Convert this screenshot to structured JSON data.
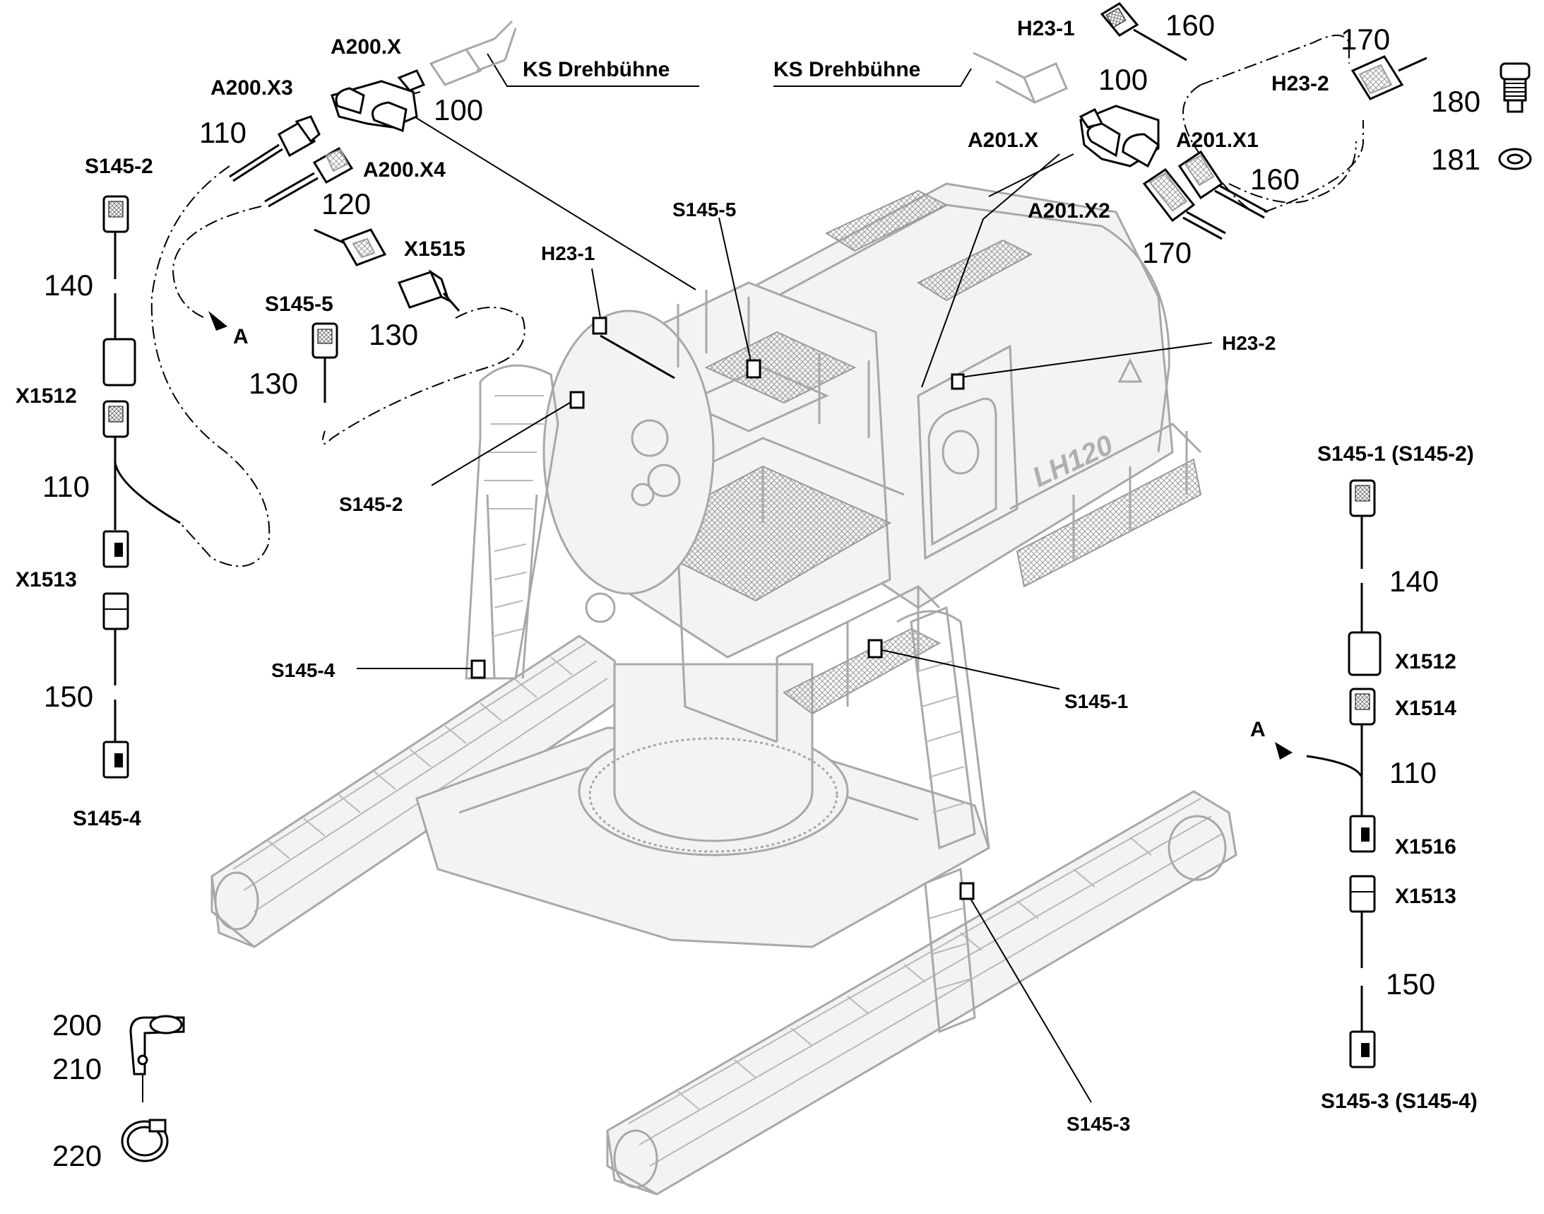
{
  "labels": {
    "a200x": "A200.X",
    "a200x3": "A200.X3",
    "a200x4": "A200.X4",
    "ks_left": "KS Drehbühne",
    "ks_right": "KS Drehbühne",
    "h231_top": "H23-1",
    "h232_top": "H23-2",
    "a201x": "A201.X",
    "a201x1": "A201.X1",
    "a201x2": "A201.X2",
    "x1515": "X1515",
    "s1455_left": "S145-5",
    "s1455_center": "S145-5",
    "h231_center": "H23-1",
    "h232_right": "H23-2",
    "s1452_left_top": "S145-2",
    "x1512_left": "X1512",
    "x1513_left": "X1513",
    "s1454_left_bottom": "S145-4",
    "s1452_center": "S145-2",
    "s1454_center": "S145-4",
    "s1451_center": "S145-1",
    "s1453_center": "S145-3",
    "s1451_right_top": "S145-1 (S145-2)",
    "x1512_right": "X1512",
    "x1514_right": "X1514",
    "x1516_right": "X1516",
    "x1513_right": "X1513",
    "s1453_right_bottom": "S145-3 (S145-4)",
    "arrow_a_left": "A",
    "arrow_a_right": "A"
  },
  "numbers": {
    "n100_left": "100",
    "n110_left_top": "110",
    "n120": "120",
    "n130_a": "130",
    "n130_b": "130",
    "n160_top": "160",
    "n170_top": "170",
    "n100_right": "100",
    "n180": "180",
    "n181": "181",
    "n160_right": "160",
    "n170_right": "170",
    "n140_left": "140",
    "n110_left": "110",
    "n150_left": "150",
    "n140_right": "140",
    "n110_right": "110",
    "n150_right": "150",
    "n200": "200",
    "n210": "210",
    "n220": "220"
  },
  "machine_marking": "LH120"
}
